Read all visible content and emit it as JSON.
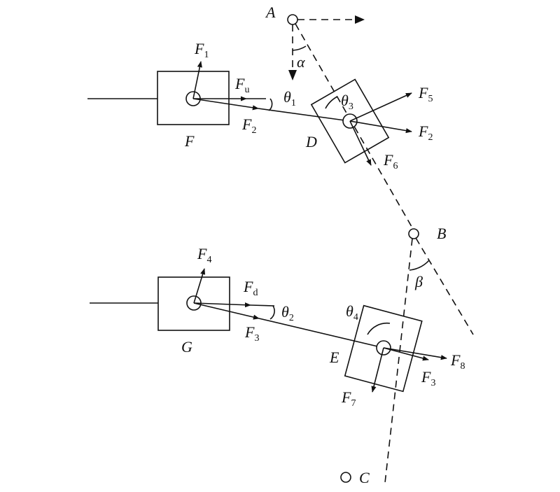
{
  "points": {
    "A": "A",
    "B": "B",
    "C": "C",
    "D": "D",
    "E": "E",
    "F": "F",
    "G": "G"
  },
  "forces": {
    "F1": {
      "base": "F",
      "sub": "1"
    },
    "Fu": {
      "base": "F",
      "sub": "u"
    },
    "F2a": {
      "base": "F",
      "sub": "2"
    },
    "F2b": {
      "base": "F",
      "sub": "2"
    },
    "F5": {
      "base": "F",
      "sub": "5"
    },
    "F6": {
      "base": "F",
      "sub": "6"
    },
    "F4": {
      "base": "F",
      "sub": "4"
    },
    "Fd": {
      "base": "F",
      "sub": "d"
    },
    "F3a": {
      "base": "F",
      "sub": "3"
    },
    "F3b": {
      "base": "F",
      "sub": "3"
    },
    "F8": {
      "base": "F",
      "sub": "8"
    },
    "F7": {
      "base": "F",
      "sub": "7"
    }
  },
  "angles": {
    "alpha": "α",
    "beta": "β",
    "theta1": {
      "base": "θ",
      "sub": "1"
    },
    "theta2": {
      "base": "θ",
      "sub": "2"
    },
    "theta3": {
      "base": "θ",
      "sub": "3"
    },
    "theta4": {
      "base": "θ",
      "sub": "4"
    }
  }
}
